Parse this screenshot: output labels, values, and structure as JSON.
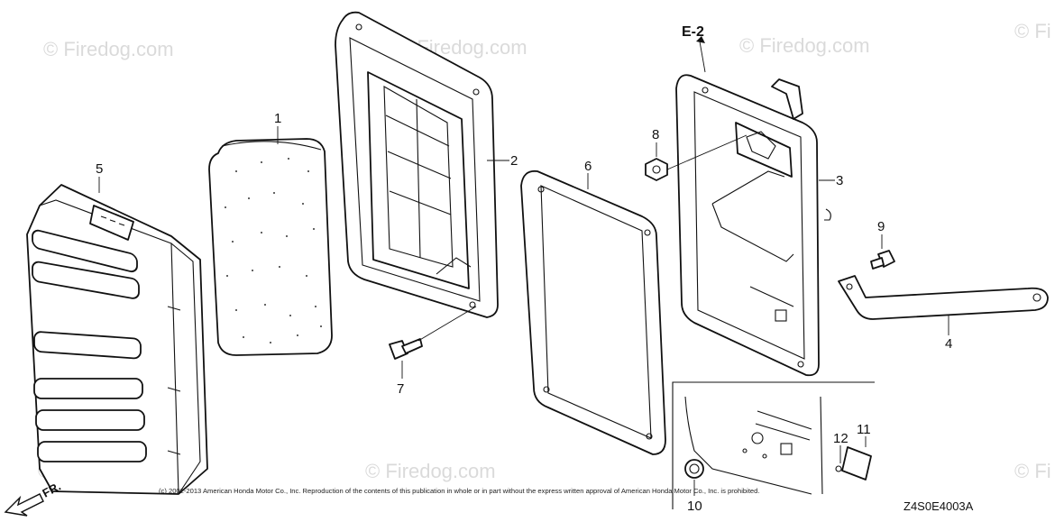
{
  "watermark": "© Firedog.com",
  "watermark_partial": "© Fi",
  "reference_label": "E-2",
  "direction_label": "FR.",
  "callouts": [
    "1",
    "2",
    "3",
    "4",
    "5",
    "6",
    "7",
    "8",
    "9",
    "10",
    "11",
    "12"
  ],
  "copyright": "(c) 2002-2013 American Honda Motor Co., Inc. Reproduction of the contents of this publication in whole or in part without the express written approval of American Honda Motor Co., Inc. is prohibited.",
  "diagram_code": "Z4S0E4003A"
}
